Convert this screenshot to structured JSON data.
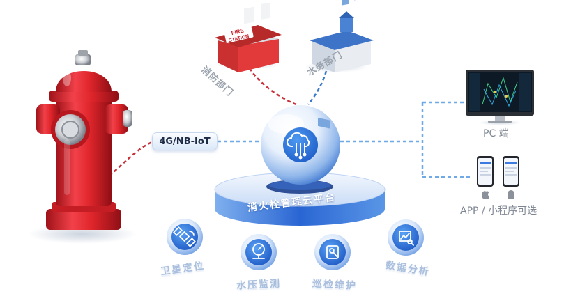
{
  "connectivity_label": "4G/NB-IoT",
  "platform_label": "消火栓管理云平台",
  "departments": [
    {
      "label": "消防部门",
      "sign_text_1": "FIRE",
      "sign_text_2": "STATION"
    },
    {
      "label": "水务部门"
    }
  ],
  "clients": {
    "pc_label": "PC 端",
    "app_label": "APP / 小程序可选"
  },
  "features": [
    {
      "label": "卫星定位",
      "icon": "satellite-icon"
    },
    {
      "label": "水压监测",
      "icon": "pressure-gauge-icon"
    },
    {
      "label": "巡检维护",
      "icon": "maintenance-wrench-icon"
    },
    {
      "label": "数据分析",
      "icon": "data-analysis-icon"
    }
  ],
  "colors": {
    "hydrant_red": "#e0262c",
    "fire_link": "#c7323a",
    "water_link": "#3a78c9",
    "dash_blue": "#6fa9e6",
    "platform_blue": "#2f6fd6"
  }
}
